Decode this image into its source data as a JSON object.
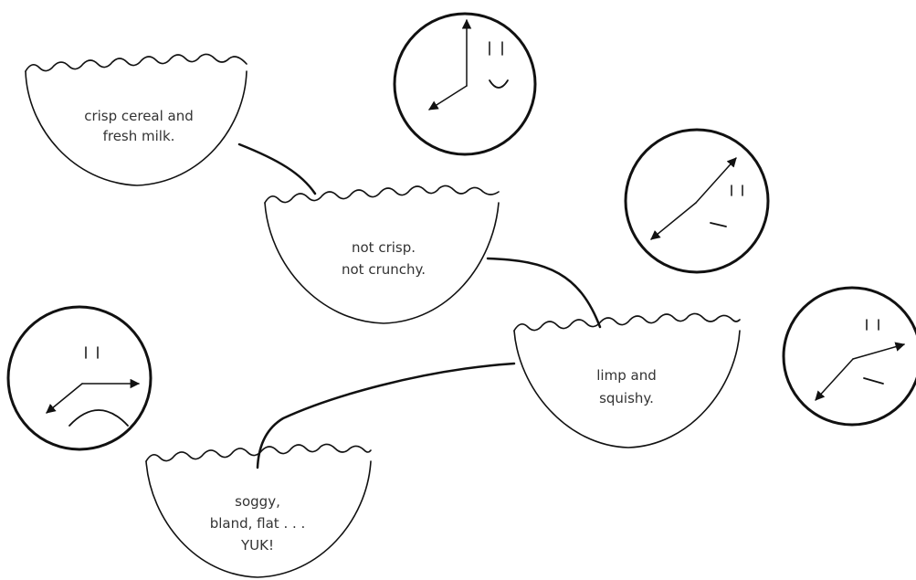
{
  "colors": {
    "ink": "#111111",
    "text": "#333333",
    "background": "#ffffff"
  },
  "bowls": [
    {
      "id": "bowl-1",
      "lines": [
        "crisp cereal and",
        "fresh milk."
      ]
    },
    {
      "id": "bowl-2",
      "lines": [
        "not crisp.",
        "not crunchy."
      ]
    },
    {
      "id": "bowl-3",
      "lines": [
        "limp and",
        "squishy."
      ]
    },
    {
      "id": "bowl-4",
      "lines": [
        "soggy,",
        "bland, flat . . .",
        "YUK!"
      ]
    }
  ],
  "clock_faces": [
    {
      "id": "clock-happy",
      "mood": "happy"
    },
    {
      "id": "clock-neutral",
      "mood": "neutral"
    },
    {
      "id": "clock-flat",
      "mood": "flat"
    },
    {
      "id": "clock-sad",
      "mood": "sad"
    }
  ]
}
